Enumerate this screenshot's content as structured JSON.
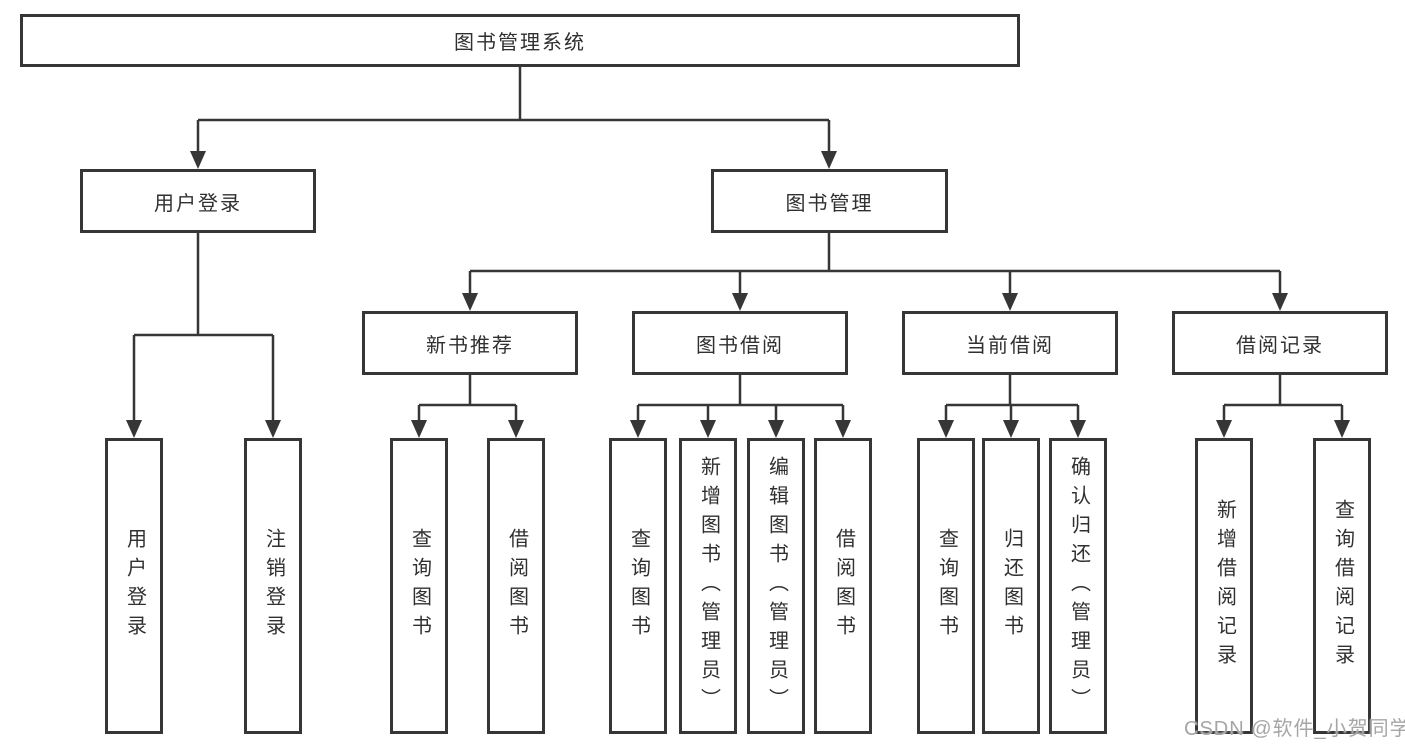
{
  "root": {
    "label": "图书管理系统"
  },
  "branches": {
    "user_login": {
      "label": "用户登录",
      "children": {
        "login": {
          "label": "用户登录"
        },
        "logout": {
          "label": "注销登录"
        }
      }
    },
    "book_mgmt": {
      "label": "图书管理",
      "children": {
        "new_book_rec": {
          "label": "新书推荐",
          "children": {
            "query_books": {
              "label": "查询图书"
            },
            "borrow_books": {
              "label": "借阅图书"
            }
          }
        },
        "book_borrow": {
          "label": "图书借阅",
          "children": {
            "query_books": {
              "label": "查询图书"
            },
            "add_books": {
              "label": "新增图书（管理员）"
            },
            "edit_books": {
              "label": "编辑图书（管理员）"
            },
            "borrow_books": {
              "label": "借阅图书"
            }
          }
        },
        "current_borrow": {
          "label": "当前借阅",
          "children": {
            "query_books": {
              "label": "查询图书"
            },
            "return_books": {
              "label": "归还图书"
            },
            "confirm_return": {
              "label": "确认归还（管理员）"
            }
          }
        },
        "borrow_records": {
          "label": "借阅记录",
          "children": {
            "add_record": {
              "label": "新增借阅记录"
            },
            "query_record": {
              "label": "查询借阅记录"
            }
          }
        }
      }
    }
  },
  "watermark": "CSDN @软件_小贺同学",
  "colors": {
    "line": "#363636",
    "box_border": "#363636",
    "text": "#303030",
    "background": "#ffffff",
    "watermark": "#a6a6a6"
  }
}
